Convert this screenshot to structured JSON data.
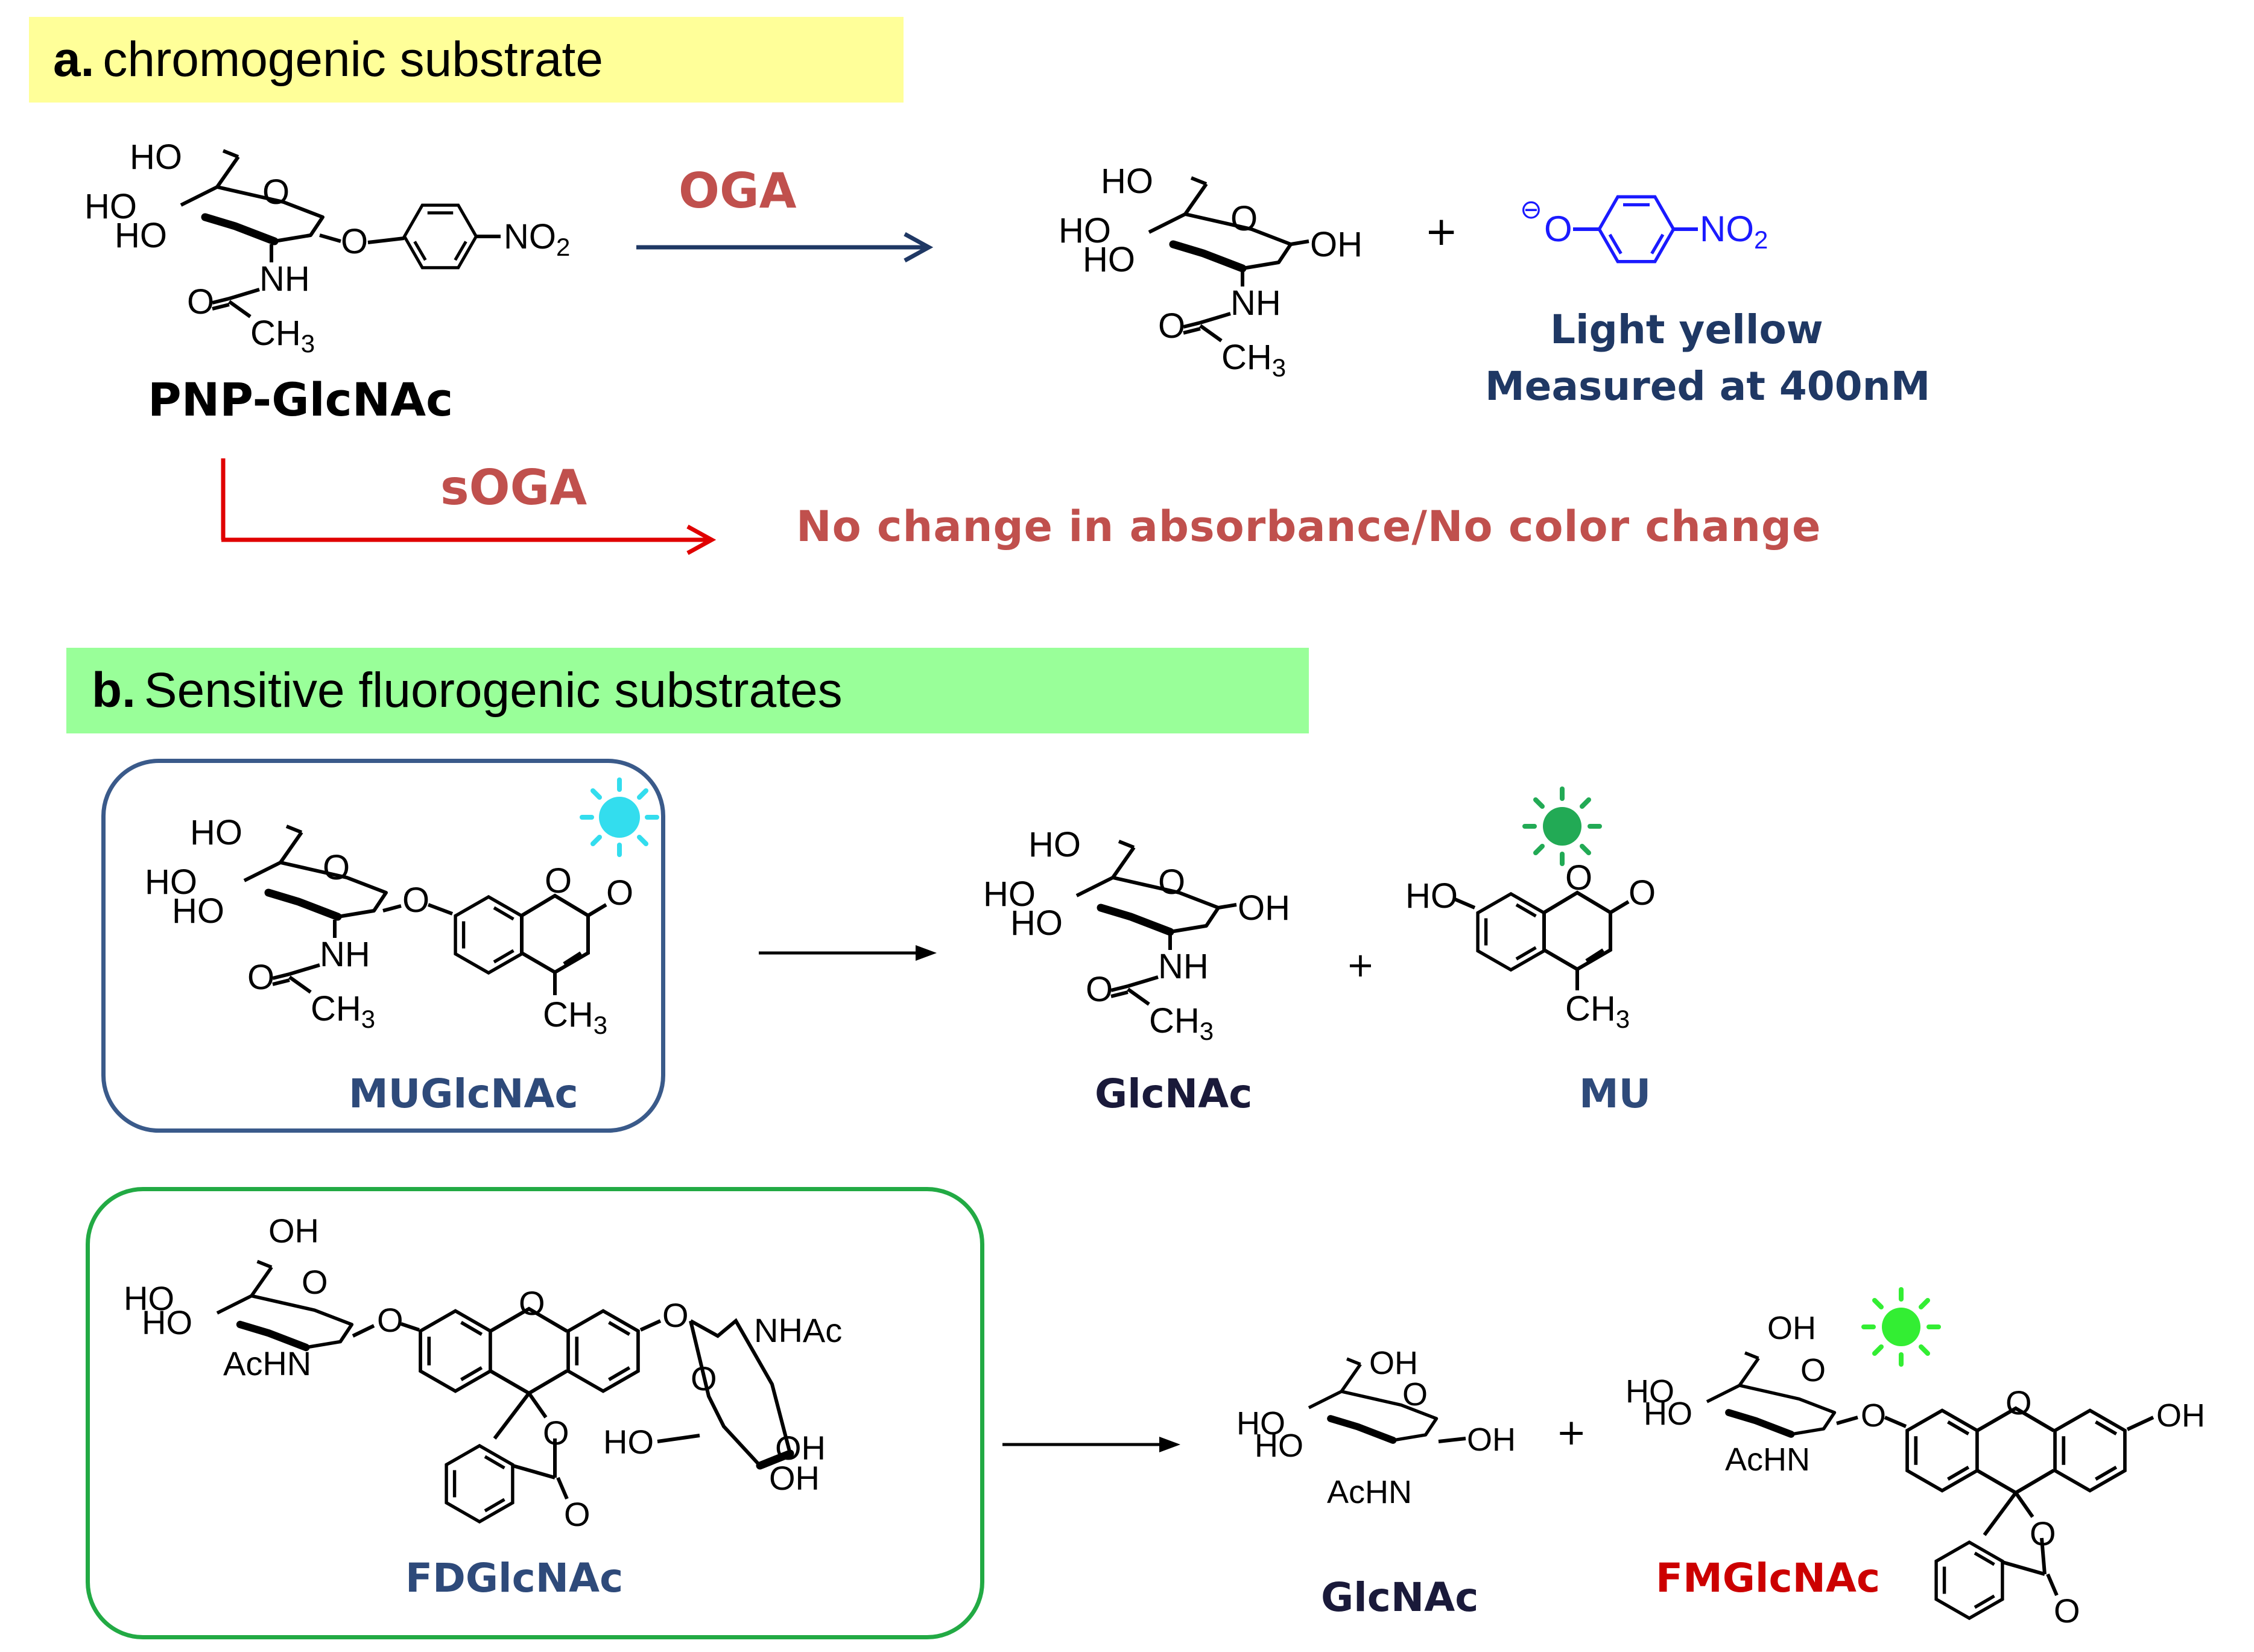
{
  "section_a": {
    "letter": "a.",
    "title": "chromogenic substrate",
    "bg_color": "#ffff99",
    "substrate_label": "PNP-GlcNAc",
    "enzyme_oga": "OGA",
    "enzyme_soga": "sOGA",
    "product_note_line1": "Light yellow",
    "product_note_line2": "Measured at 400nM",
    "no_change_text": "No change in absorbance/No color change",
    "oga_arrow_color": "#1f3864",
    "soga_arrow_color": "#e00000",
    "label_red": "#c0504d",
    "nitrophenolate_color": "#1a1aff",
    "atoms": {
      "ho": "HO",
      "oh": "OH",
      "o": "O",
      "nh": "NH",
      "ch3": "CH3",
      "no2": "NO2",
      "minus": "⊖",
      "plus": "+"
    }
  },
  "section_b": {
    "letter": "b.",
    "title": "Sensitive fluorogenic substrates",
    "bg_color": "#99ff99",
    "mu_box_color": "#3a5a8a",
    "fd_box_color": "#22aa44",
    "substrate1_label": "MUGlcNAc",
    "product1a_label": "GlcNAc",
    "product1b_label": "MU",
    "substrate2_label": "FDGlcNAc",
    "product2a_label": "GlcNAc",
    "product2b_label": "FMGlcNAc",
    "label_blue": "#2e4a7a",
    "label_dark": "#1a1a3a",
    "label_red": "#cc0000",
    "sun_cyan": "#33ddee",
    "sun_green": "#22aa55",
    "sun_lime": "#33ee33",
    "atoms": {
      "ho": "HO",
      "oh": "OH",
      "o": "O",
      "nh": "NH",
      "nhac": "NHAc",
      "achn": "AcHN",
      "ch3": "CH3",
      "plus": "+"
    }
  }
}
